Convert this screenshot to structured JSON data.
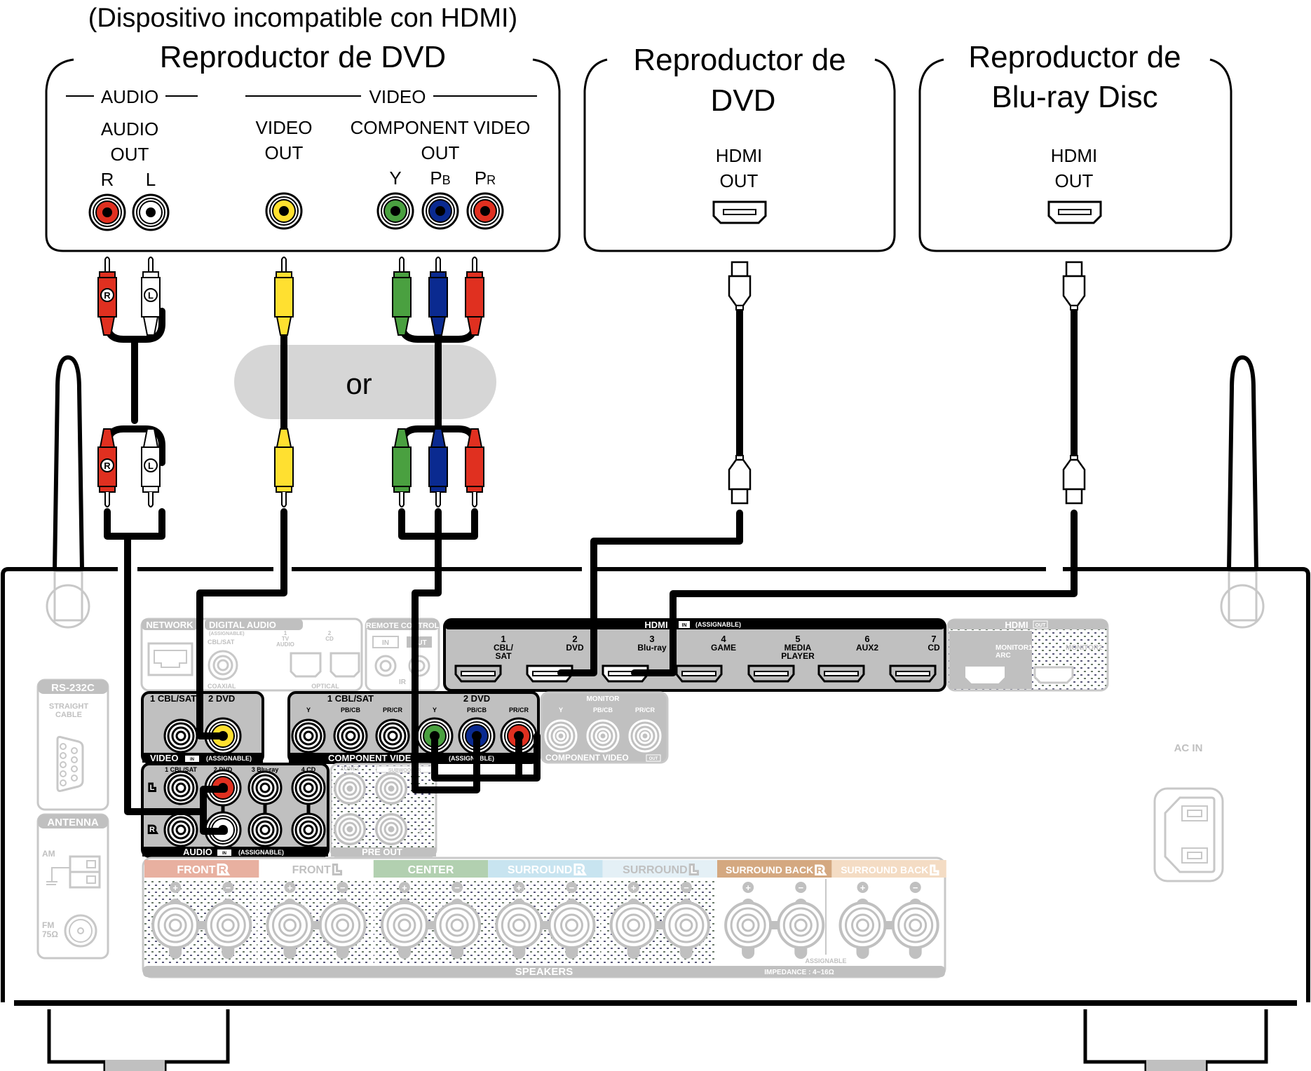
{
  "caption": "(Dispositivo incompatible con HDMI)",
  "devices": {
    "dvd_analog": {
      "title": "Reproductor de DVD",
      "audio_group": "AUDIO",
      "video_group": "VIDEO",
      "audio_out_1": "AUDIO",
      "audio_out_2": "OUT",
      "audio_r": "R",
      "audio_l": "L",
      "video_out_1": "VIDEO",
      "video_out_2": "OUT",
      "comp_out_1": "COMPONENT VIDEO",
      "comp_out_2": "OUT",
      "comp_y": "Y",
      "comp_pb_p": "P",
      "comp_pb_s": "B",
      "comp_pr_p": "P",
      "comp_pr_s": "R"
    },
    "dvd_hdmi": {
      "title_1": "Reproductor de",
      "title_2": "DVD",
      "port_1": "HDMI",
      "port_2": "OUT"
    },
    "bluray_hdmi": {
      "title_1": "Reproductor de",
      "title_2": "Blu-ray Disc",
      "port_1": "HDMI",
      "port_2": "OUT"
    }
  },
  "or_label": "or",
  "plug_labels": {
    "r": "R",
    "l": "L"
  },
  "receiver": {
    "network": "NETWORK",
    "digital_audio": "DIGITAL AUDIO",
    "digital_assignable": "(ASSIGNABLE)",
    "in_badge": "IN",
    "out_badge": "OUT",
    "coax_cblsat": "CBL/SAT",
    "coaxial": "COAXIAL",
    "optical": "OPTICAL",
    "opt1_num": "1",
    "opt1_a": "TV",
    "opt1_b": "AUDIO",
    "opt2_num": "2",
    "opt2_a": "CD",
    "remote_control": "REMOTE CONTROL",
    "rc_in": "IN",
    "rc_out": "OUT",
    "ir": "IR",
    "rs232c": "RS-232C",
    "straight_1": "STRAIGHT",
    "straight_2": "CABLE",
    "antenna": "ANTENNA",
    "am": "AM",
    "fm_1": "FM",
    "fm_2": "75Ω",
    "hdmi_in_title": "HDMI",
    "hdmi_in_assignable": "(ASSIGNABLE)",
    "hdmi_inputs": [
      {
        "num": "1",
        "l1": "CBL/",
        "l2": "SAT"
      },
      {
        "num": "2",
        "l1": "DVD",
        "l2": ""
      },
      {
        "num": "3",
        "l1": "Blu-ray",
        "l2": ""
      },
      {
        "num": "4",
        "l1": "GAME",
        "l2": ""
      },
      {
        "num": "5",
        "l1": "MEDIA",
        "l2": "PLAYER"
      },
      {
        "num": "6",
        "l1": "AUX2",
        "l2": ""
      },
      {
        "num": "7",
        "l1": "CD",
        "l2": ""
      }
    ],
    "hdmi_out_title": "HDMI",
    "monitor1_a": "MONITOR1",
    "monitor1_b": "ARC",
    "monitor2": "MONITOR2",
    "video_in": {
      "label": "VIDEO",
      "assignable": "(ASSIGNABLE)",
      "in1": "1 CBL/SAT",
      "in2": "2 DVD"
    },
    "component_in": {
      "label": "COMPONENT VIDEO",
      "assignable": "(ASSIGNABLE)",
      "grp1": "1 CBL/SAT",
      "grp2": "2 DVD",
      "y": "Y",
      "pb": "PB/CB",
      "pr": "PR/CR"
    },
    "monitor_out": {
      "title": "MONITOR",
      "label": "COMPONENT VIDEO",
      "y": "Y",
      "pb": "PB/CB",
      "pr": "PR/CR"
    },
    "audio_in": {
      "label": "AUDIO",
      "assignable": "(ASSIGNABLE)",
      "cols": [
        "1 CBL/SAT",
        "2 DVD",
        "3 Blu-ray",
        "4 CD"
      ],
      "row_l": "L",
      "row_r": "R"
    },
    "pre_out": {
      "label": "PRE OUT",
      "zone2": "ZONE2",
      "subwoofer": "SUBWOOFER",
      "two": "2"
    },
    "speakers": {
      "label": "SPEAKERS",
      "impedance": "IMPEDANCE : 4~16Ω",
      "assignable": "ASSIGNABLE",
      "plus": "+",
      "minus": "−",
      "channels": [
        {
          "name": "FRONT",
          "side": "R",
          "color": "#e8b0a0",
          "text": "#ffffff"
        },
        {
          "name": "FRONT",
          "side": "L",
          "color": "#ffffff",
          "text": "#c0c0c0"
        },
        {
          "name": "CENTER",
          "side": "",
          "color": "#b2d0b0",
          "text": "#ffffff"
        },
        {
          "name": "SURROUND",
          "side": "R",
          "color": "#c8e4f0",
          "text": "#ffffff"
        },
        {
          "name": "SURROUND",
          "side": "L",
          "color": "#e4f0f6",
          "text": "#c0c0c0"
        },
        {
          "name": "SURROUND BACK",
          "side": "R",
          "color": "#d4a880",
          "text": "#ffffff"
        },
        {
          "name": "SURROUND BACK",
          "side": "L",
          "color": "#f4dcc4",
          "text": "#ffffff"
        }
      ]
    },
    "ac_in": "AC IN"
  },
  "colors": {
    "jack_red": "#e03020",
    "jack_white": "#ffffff",
    "jack_yellow": "#ffe030",
    "jack_green": "#4aa040",
    "jack_blue": "#0a2a90",
    "panel_gray": "#c0c0c0",
    "or_bg": "#d6d6d6"
  }
}
